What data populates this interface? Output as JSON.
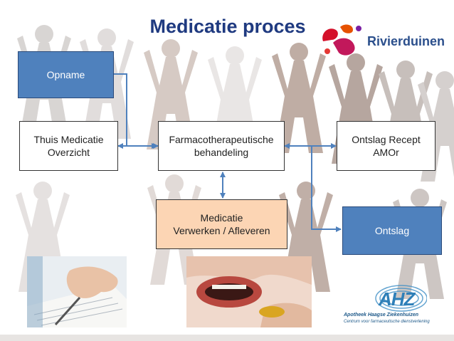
{
  "title": "Medicatie proces",
  "logo": {
    "brand": "Rivierduinen"
  },
  "ahz": {
    "mark": "AHZ",
    "name": "Apotheek Haagse Ziekenhuizen",
    "tagline": "Centrum voor farmaceutische dienstverlening"
  },
  "boxes": {
    "opname": "Opname",
    "thuis": "Thuis Medicatie\nOverzicht",
    "farmaco": "Farmacotherapeutische\nbehandeling",
    "ontslag_recept": "Ontslag Recept\nAMOr",
    "medicatie": "Medicatie\nVerwerken / Afleveren",
    "ontslag": "Ontslag"
  },
  "colors": {
    "title": "#1f3a80",
    "blue_box": "#4f81bd",
    "peach_box": "#fcd5b4",
    "connector": "#4f81bd"
  }
}
